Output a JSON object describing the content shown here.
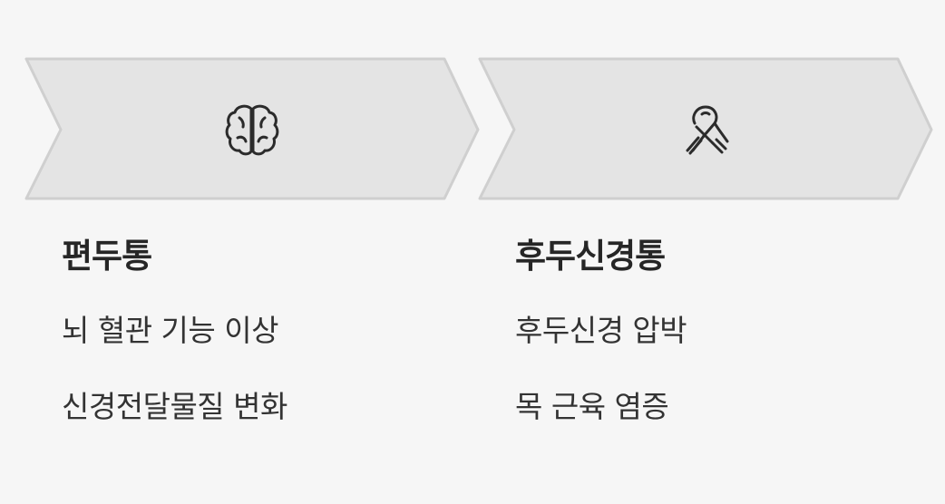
{
  "colors": {
    "background": "#f6f6f6",
    "chevron_fill": "#e4e4e4",
    "chevron_stroke": "#cfcfcf",
    "icon": "#2b2b2b",
    "title": "#262626",
    "text": "#333333"
  },
  "steps": [
    {
      "icon": "brain-icon",
      "title": "편두통",
      "items": [
        "뇌 혈관 기능 이상",
        "신경전달물질 변화"
      ]
    },
    {
      "icon": "ribbon-icon",
      "title": "후두신경통",
      "items": [
        "후두신경 압박",
        "목 근육 염증"
      ]
    }
  ]
}
